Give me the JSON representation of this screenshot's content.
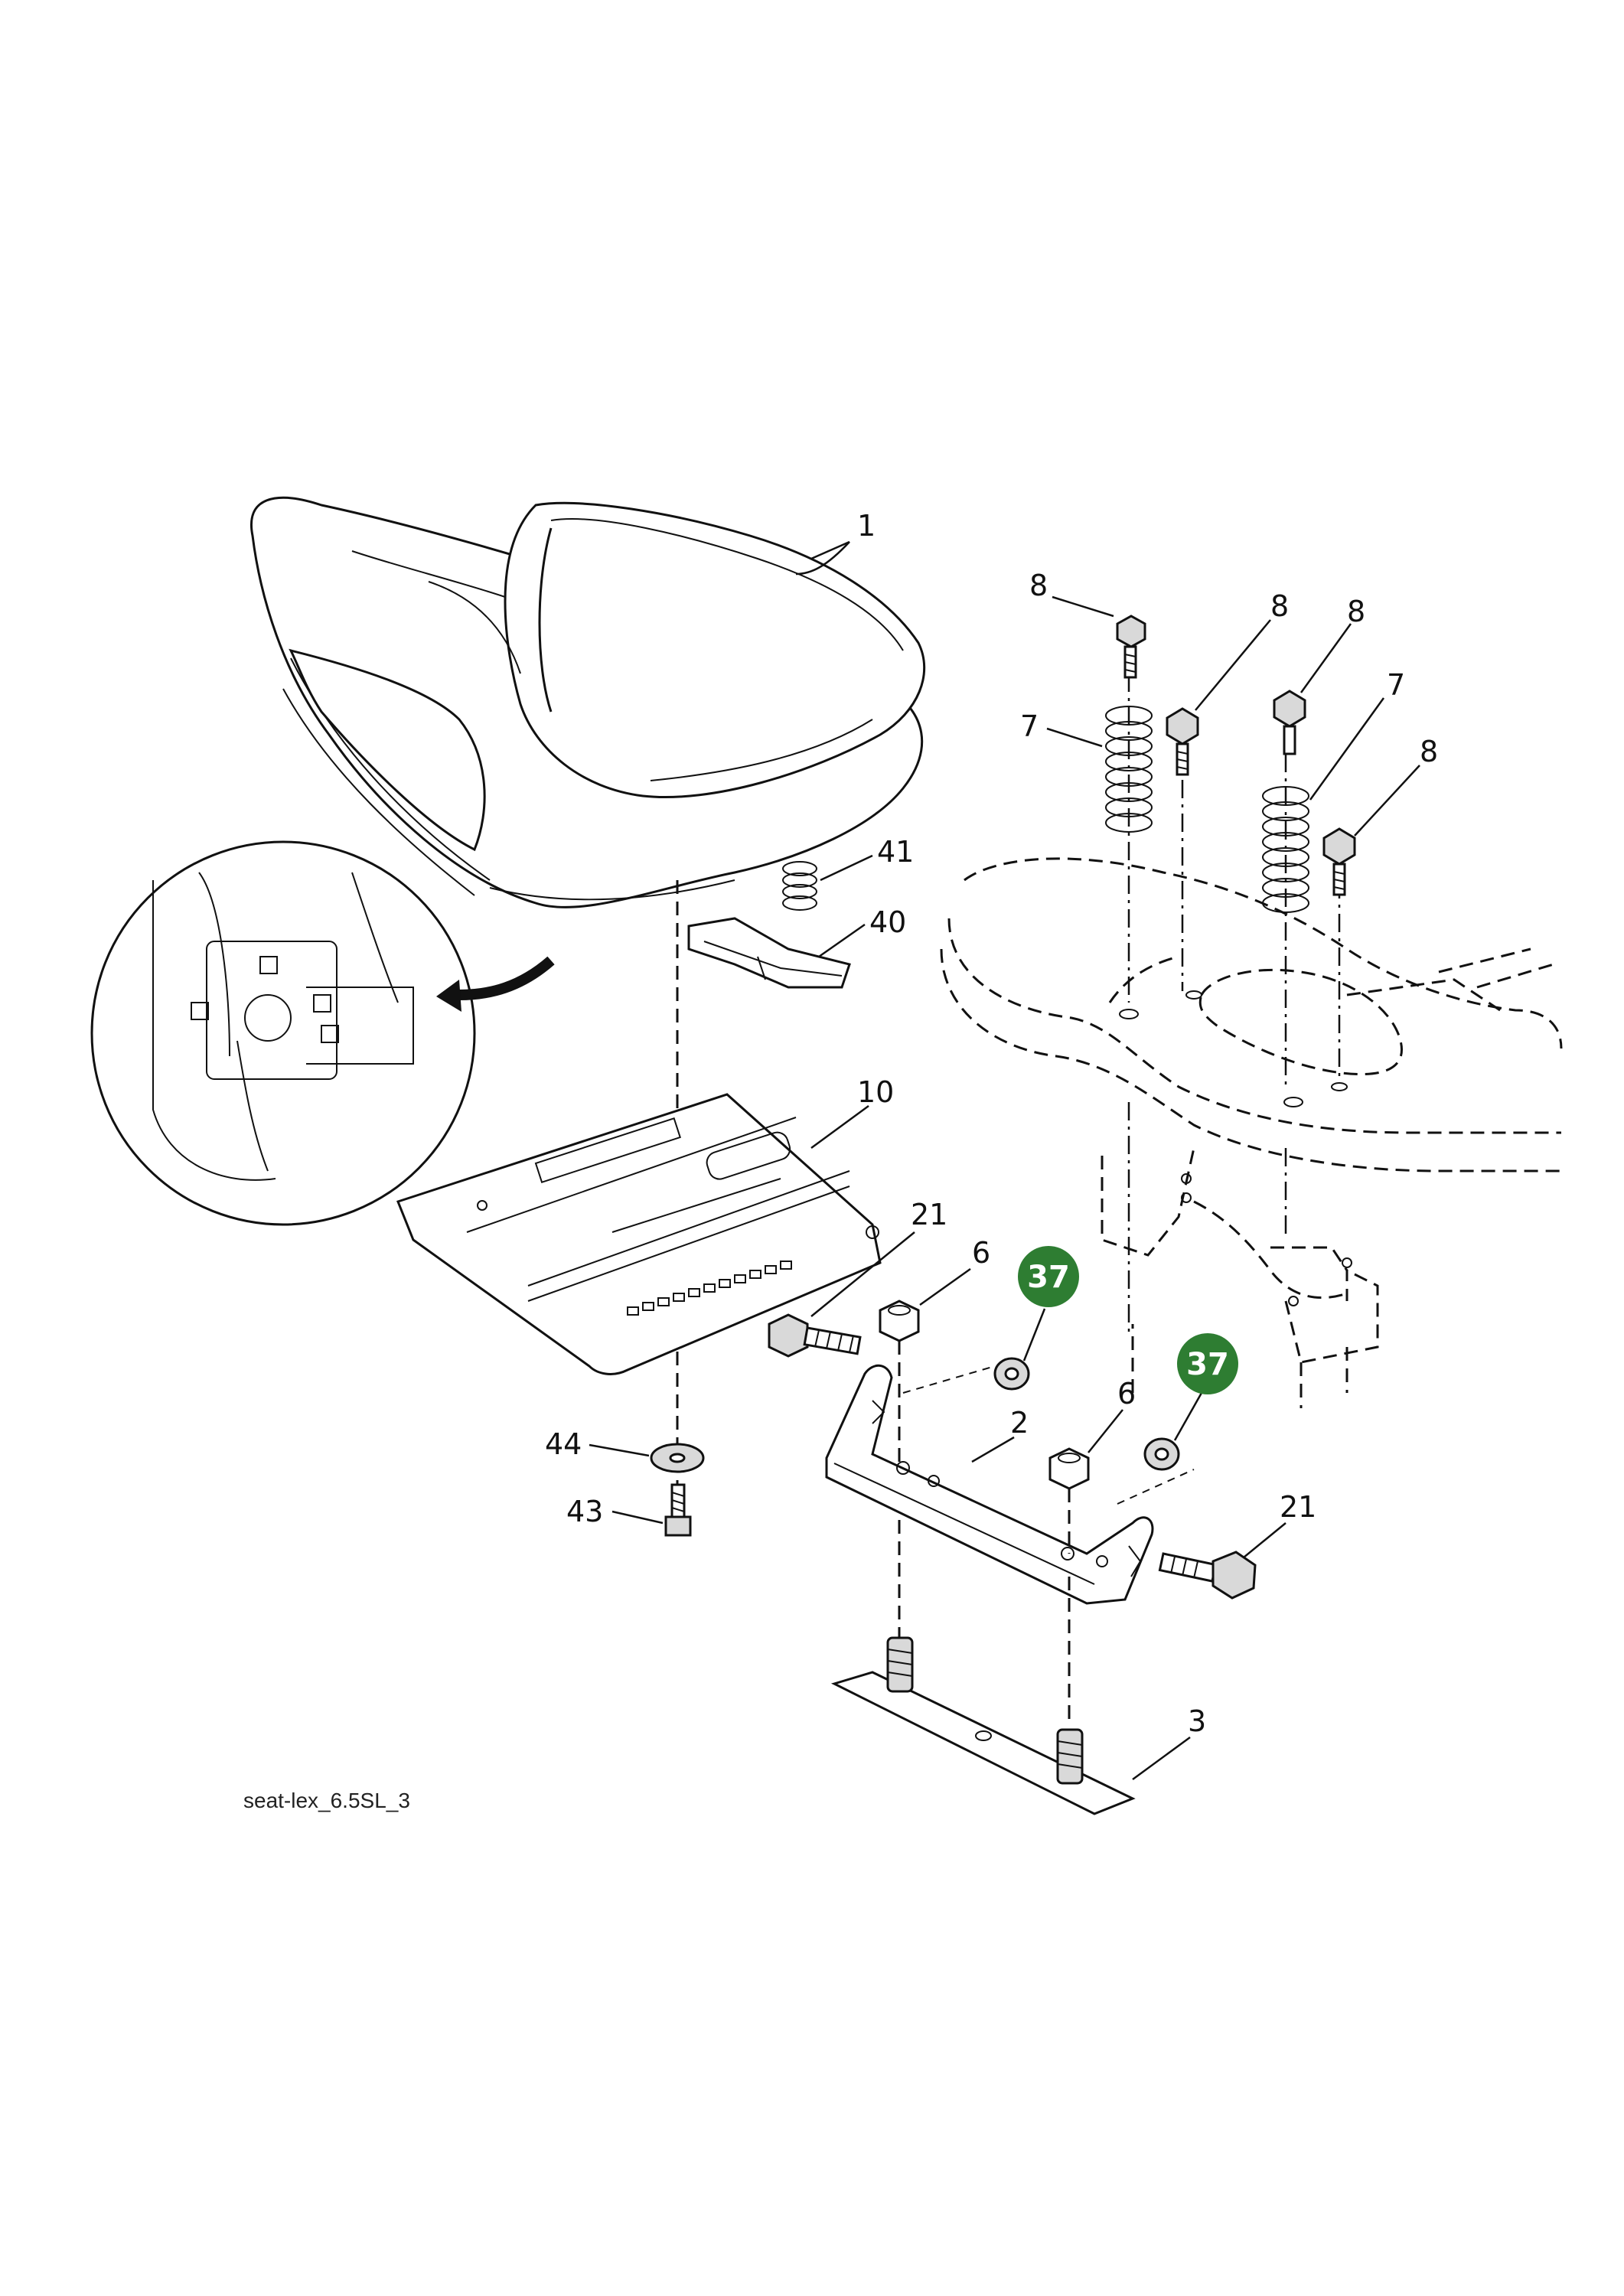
{
  "diagram": {
    "caption": "seat-lex_6.5SL_3",
    "highlight_color": "#2e7d32",
    "callouts": {
      "seat": "1",
      "bracket": "2",
      "plate": "3",
      "nut_left": "6",
      "nut_right": "6",
      "spring_left": "7",
      "spring_right": "7",
      "bolt_a": "8",
      "bolt_b": "8",
      "bolt_c": "8",
      "bolt_d": "8",
      "rail": "10",
      "bolt_left": "21",
      "bolt_right": "21",
      "spring_small": "41",
      "clip": "40",
      "washer": "44",
      "screw": "43"
    },
    "badges": {
      "nut_left": "37",
      "nut_right": "37"
    }
  }
}
